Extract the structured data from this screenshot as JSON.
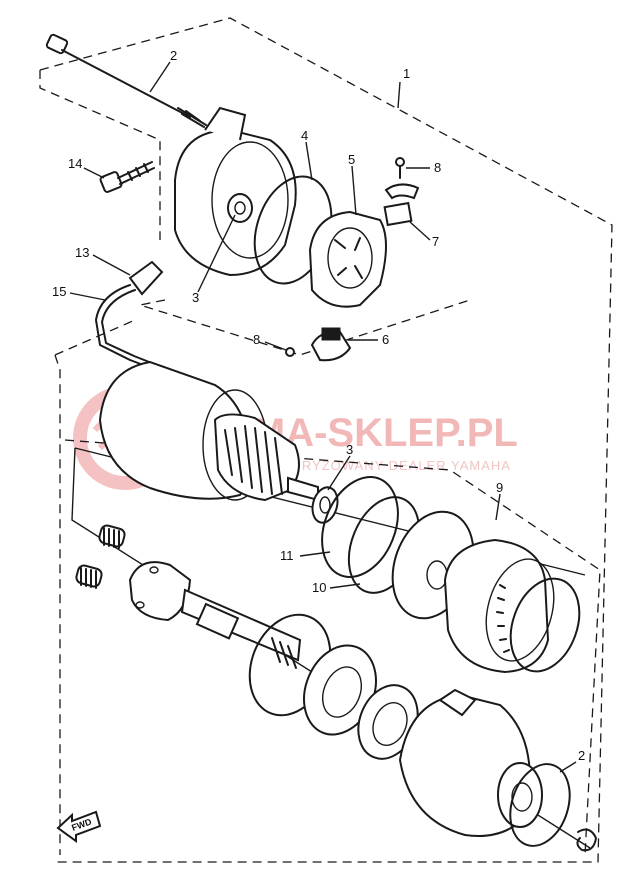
{
  "diagram": {
    "callouts": [
      "1",
      "2",
      "4",
      "5",
      "8",
      "14",
      "7",
      "3",
      "13",
      "15",
      "8",
      "6",
      "3",
      "9",
      "11",
      "10",
      "2"
    ],
    "watermark": {
      "main": "YAMA-SKLEP.PL",
      "sub": "AUTORYZOWANY DEALER YAMAHA"
    },
    "fwd_label": "FWD"
  }
}
